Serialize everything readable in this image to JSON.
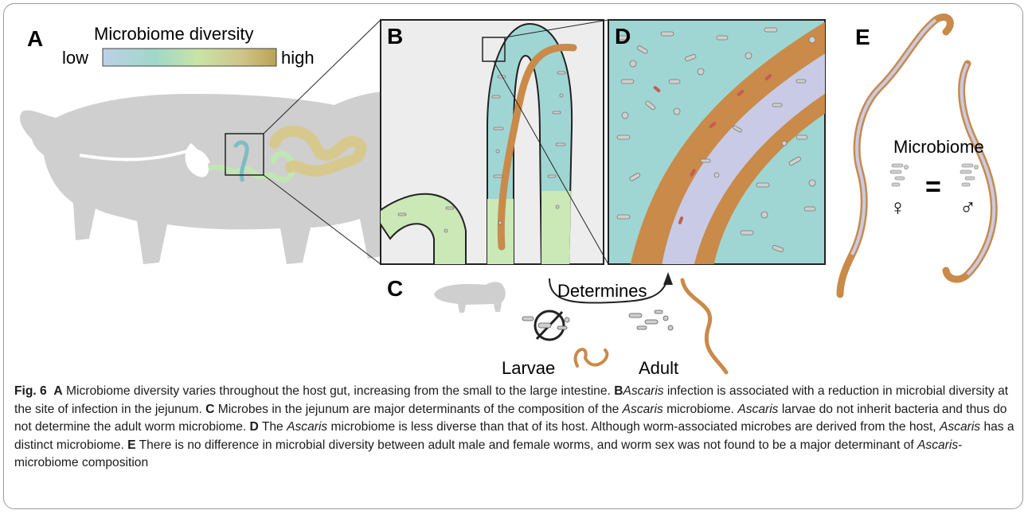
{
  "panels": {
    "a": {
      "letter": "A",
      "scale_title": "Microbiome diversity",
      "scale_low": "low",
      "scale_high": "high",
      "scale_colors": [
        "#bdd0e6",
        "#9fd8c9",
        "#c9e4a6",
        "#cfc48a",
        "#b9a453"
      ]
    },
    "b": {
      "letter": "B"
    },
    "c": {
      "letter": "C",
      "arrow_label": "Determines",
      "larvae_label": "Larvae",
      "adult_label": "Adult"
    },
    "d": {
      "letter": "D"
    },
    "e": {
      "letter": "E",
      "microbiome_label": "Microbiome",
      "equals": "=",
      "female_symbol": "♀",
      "male_symbol": "♂"
    }
  },
  "colors": {
    "pig": "#cfcfcf",
    "worm": "#c98a4a",
    "worm_outline": "#8a5524",
    "lumen_teal": "#9fd6d4",
    "lumen_green": "#cbe8b7",
    "worm_gut": "#c9cbe6",
    "microbe": "#bfbfbf",
    "microbe_red": "#c65a5a",
    "panel_bg": "#ededed"
  },
  "caption": {
    "fig_label": "Fig. 6",
    "a_letter": "A",
    "a_text": " Microbiome diversity varies throughout the host gut, increasing from the small to the large intestine. ",
    "b_letter": "B",
    "b_italic": "Ascaris",
    "b_text": " infection is associated with a reduction in microbial diversity at the site of infection in the jejunum. ",
    "c_letter": "C",
    "c_text1": " Microbes in the jejunum are major determinants of the composition of the ",
    "c_italic1": "Ascaris",
    "c_text2": " microbiome. ",
    "c_italic2": "Ascaris",
    "c_text3": " larvae do not inherit bacteria and thus do not determine the adult worm microbiome. ",
    "d_letter": "D",
    "d_text1": " The ",
    "d_italic1": "Ascaris",
    "d_text2": " microbiome is less diverse than that of its host. Although worm-associated microbes are derived from the host, ",
    "d_italic2": "Ascaris",
    "d_text3": " has a distinct microbiome. ",
    "e_letter": "E",
    "e_text1": " There is no difference in microbial diversity between adult male and female worms, and worm sex was not found to be a major determinant of ",
    "e_italic": "Ascaris",
    "e_text2": "-microbiome composition"
  }
}
